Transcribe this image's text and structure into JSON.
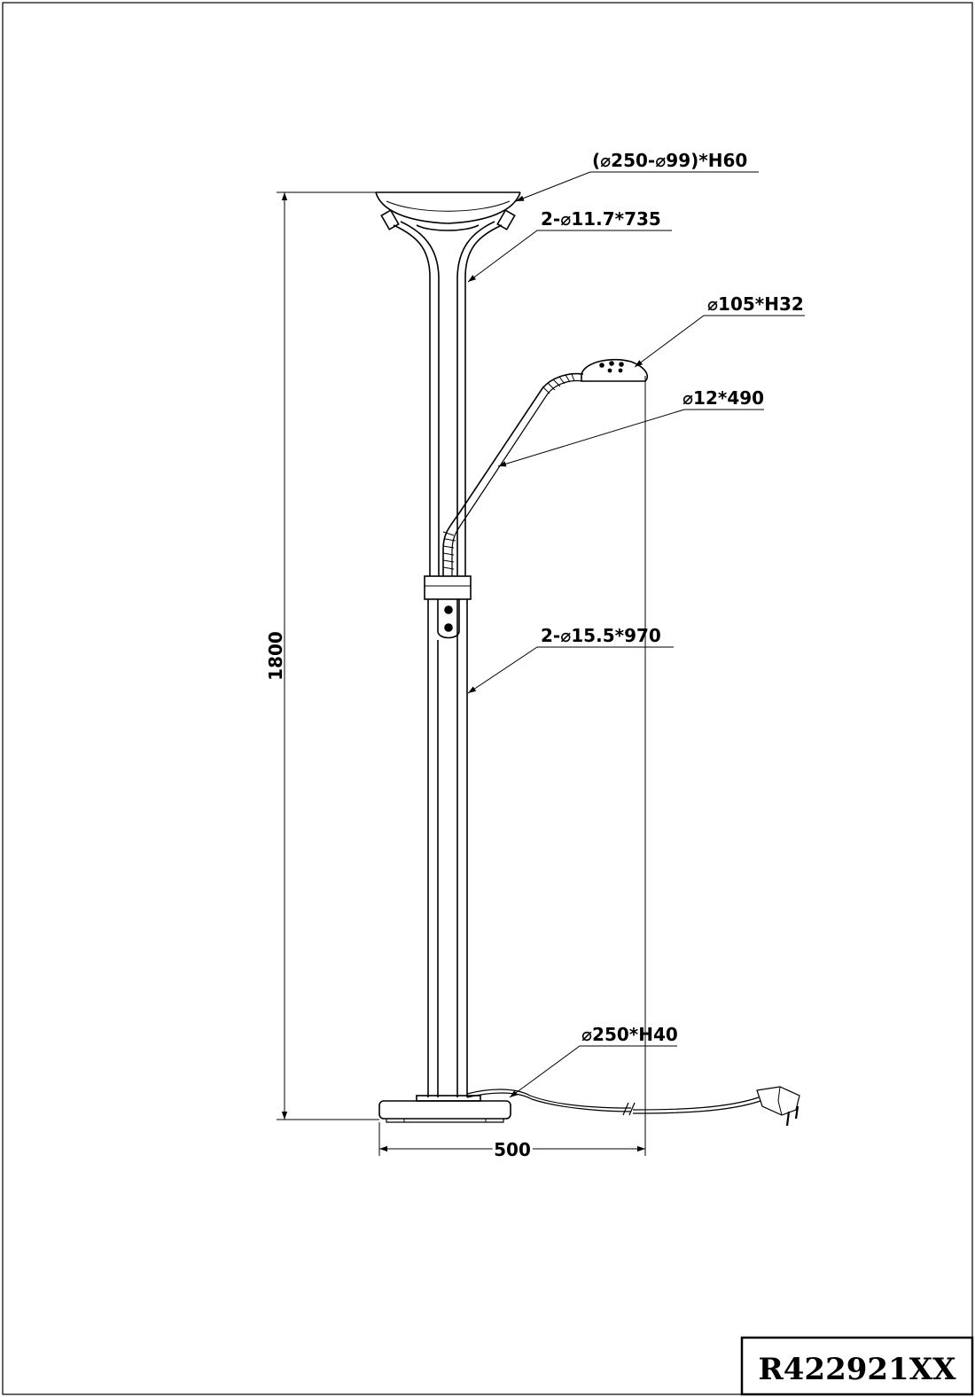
{
  "dimensions": {
    "shade": "(⌀250-⌀99)*H60",
    "upper_tubes": "2-⌀11.7*735",
    "reading_head": "⌀105*H32",
    "gooseneck": "⌀12*490",
    "lower_tubes": "2-⌀15.5*970",
    "base": "⌀250*H40",
    "total_height": "1800",
    "total_width": "500"
  },
  "title_block": {
    "model": "R422921XX"
  }
}
